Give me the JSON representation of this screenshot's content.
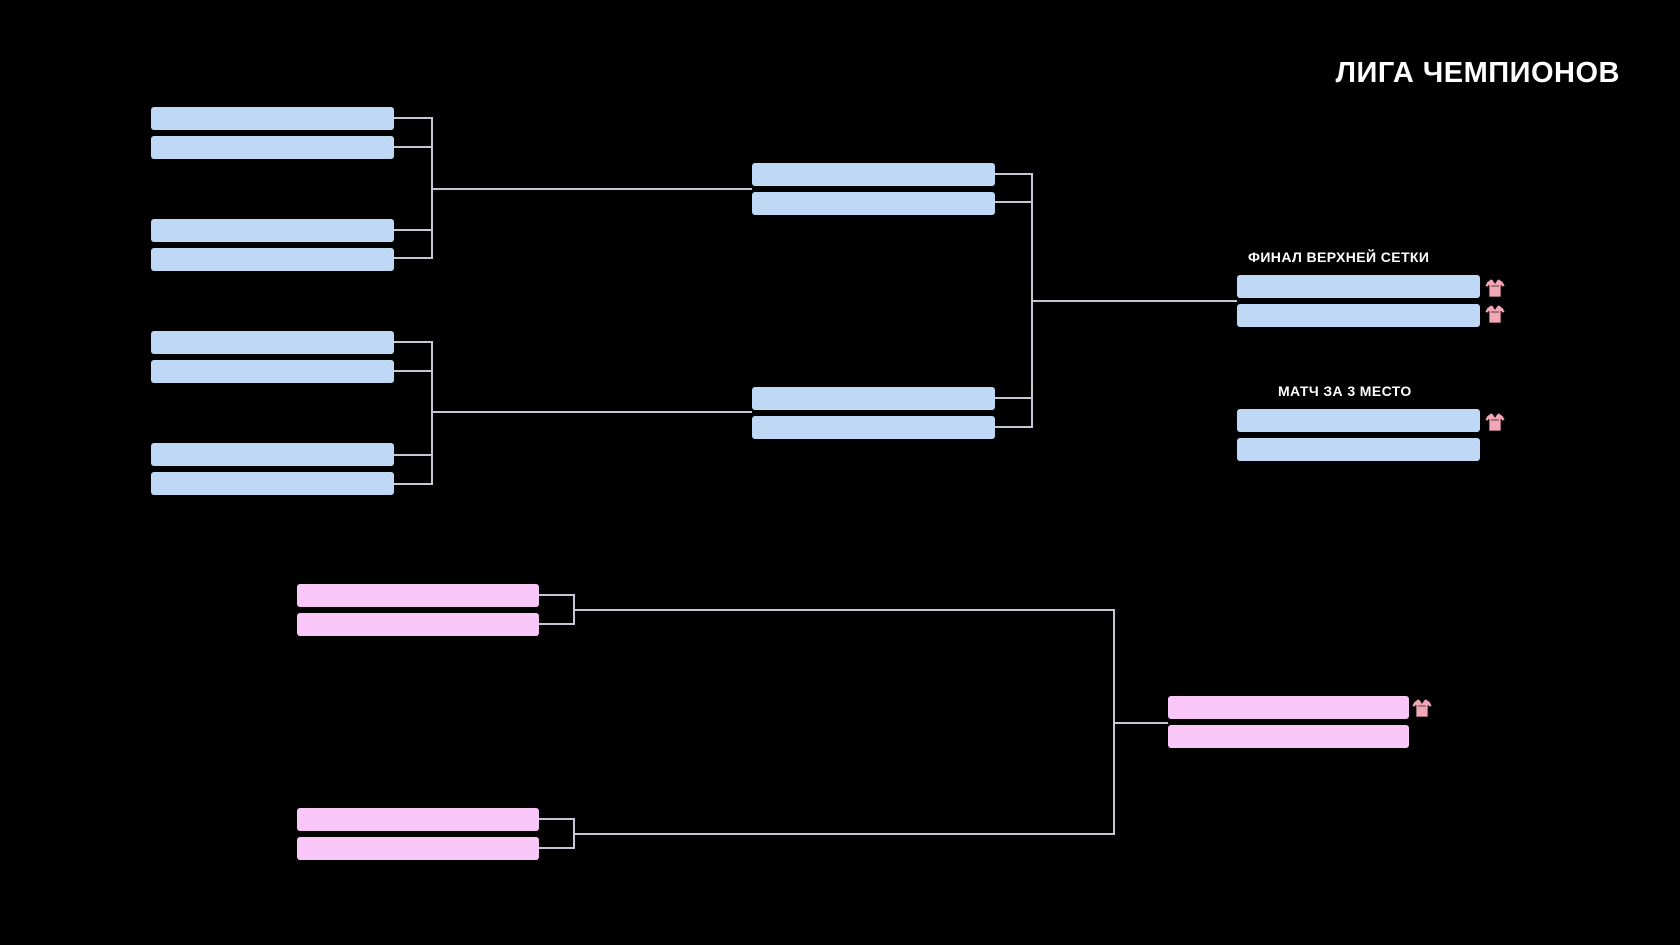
{
  "title": "ЛИГА ЧЕМПИОНОВ",
  "labels": {
    "upper_final": "ФИНАЛ ВЕРХНЕЙ СЕТКИ",
    "third_place": "МАТЧ ЗА 3 МЕСТО"
  },
  "colors": {
    "background": "#000000",
    "upper_bracket_slot": "#bfd8f6",
    "lower_bracket_slot": "#f8c7f8",
    "connector_line": "#c4c8d2",
    "shirt_icon": "#f3a6b6"
  },
  "brackets": {
    "upper": {
      "round_1_matches": 4,
      "semifinal_matches": 2,
      "final_matches": 1,
      "third_place_matches": 1
    },
    "lower": {
      "round_1_matches": 2,
      "final_matches": 1
    }
  },
  "icons": {
    "upper_final_top": "shirt-icon",
    "upper_final_bottom": "shirt-icon",
    "third_place_top": "shirt-icon",
    "lower_final_top": "shirt-icon"
  }
}
